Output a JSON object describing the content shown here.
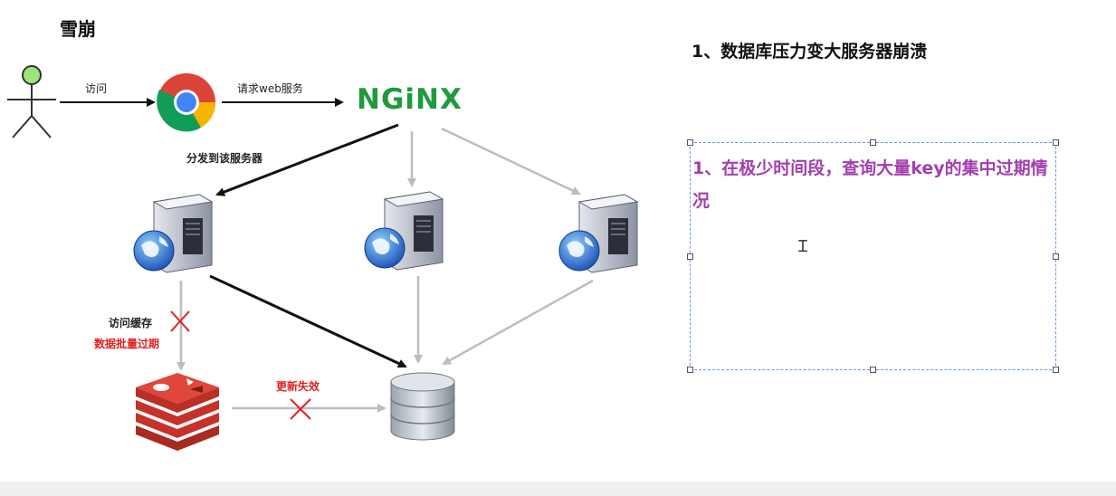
{
  "title": "雪崩",
  "heading": "1、数据库压力变大服务器崩溃",
  "nodes": {
    "user": "user-icon",
    "browser": "chrome-icon",
    "nginx": "NGiNX",
    "servers": [
      "server-icon",
      "server-icon",
      "server-icon"
    ],
    "cache": "redis-icon",
    "database": "database-icon"
  },
  "labels": {
    "visit": "访问",
    "request": "请求web服务",
    "dispatch": "分发到该服务器",
    "access_cache": "访问缓存",
    "batch_expire": "数据批量过期",
    "update_fail": "更新失效"
  },
  "textbox": {
    "text": "1、在极少时间段，查询大量key的集中过期情况"
  },
  "colors": {
    "nginx": "#1f9a3c",
    "textbox_text": "#a33eb0",
    "fail_mark": "#e02020",
    "redis": "#d8352a"
  }
}
